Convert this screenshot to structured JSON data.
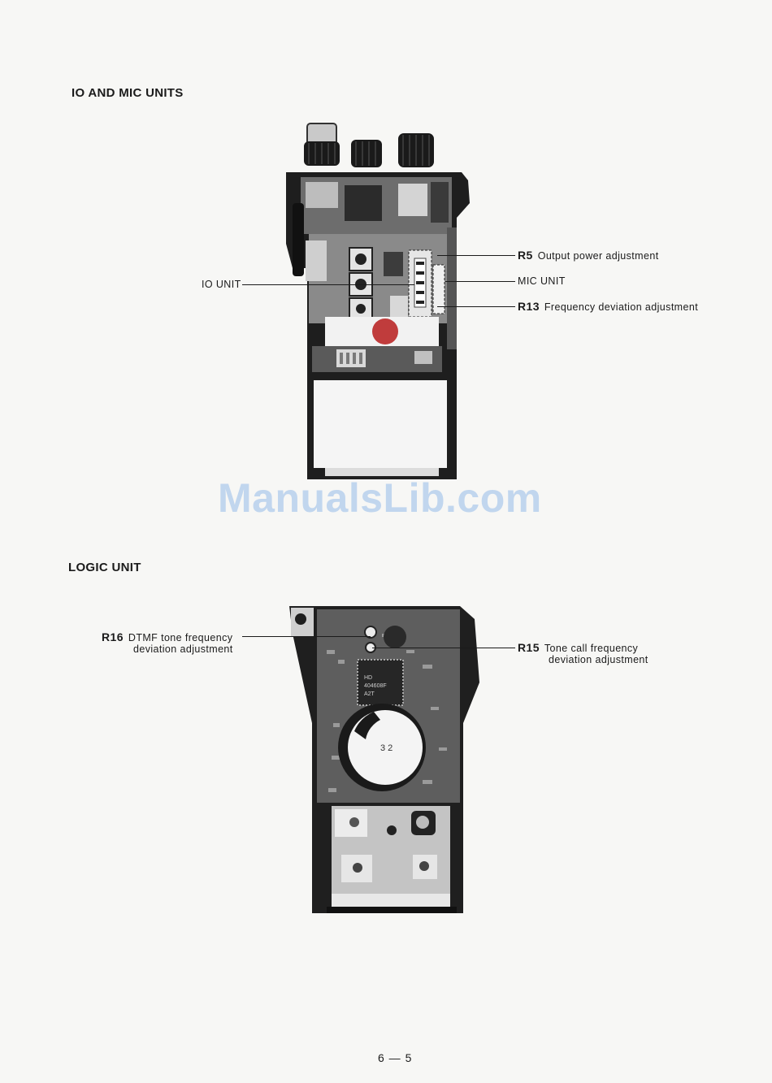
{
  "sections": {
    "io_mic": {
      "title": "IO AND MIC UNITS",
      "callouts": {
        "r5_ref": "R5",
        "r5_text": "Output power adjustment",
        "mic_unit": "MIC UNIT",
        "r13_ref": "R13",
        "r13_text": "Frequency deviation adjustment",
        "io_unit": "IO UNIT"
      }
    },
    "logic": {
      "title": "LOGIC UNIT",
      "callouts": {
        "r16_ref": "R16",
        "r16_line1": "DTMF tone frequency",
        "r16_line2": "deviation adjustment",
        "r15_ref": "R15",
        "r15_line1": "Tone call frequency",
        "r15_line2": "deviation adjustment"
      },
      "chip_text": [
        "HD",
        "404608F",
        "A2T"
      ],
      "label_32": "3 2"
    }
  },
  "watermark": "ManualsLib.com",
  "page_number": "6 — 5"
}
